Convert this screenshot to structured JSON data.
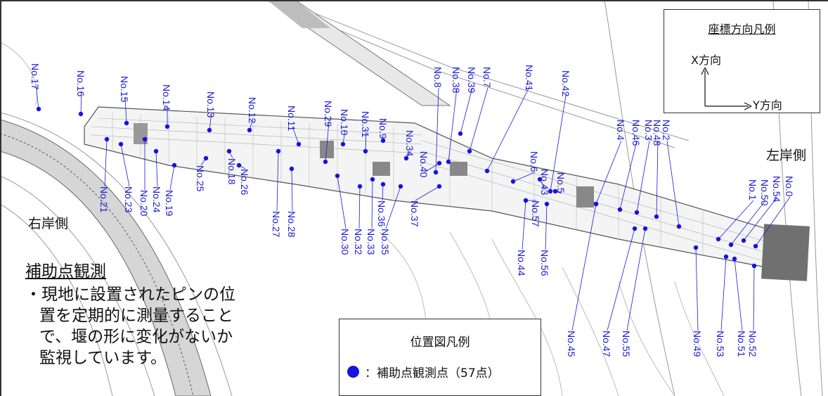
{
  "banks": {
    "left": "左岸側",
    "right": "右岸側"
  },
  "coordinate_legend": {
    "title": "座標方向凡例",
    "x_label": "X方向",
    "y_label": "Y方向"
  },
  "position_legend": {
    "title": "位置図凡例",
    "marker_text": "：補助点観測点（57点）",
    "marker_color": "#1414e0"
  },
  "notes": {
    "heading": "補助点観測",
    "line1": "・現地に設置されたピンの位",
    "line2": "置を定期的に測量すること",
    "line3": "で、堰の形に変化がないか",
    "line4": "監視しています。"
  },
  "colors": {
    "points": "#1414e0",
    "labels": "#1b1bd6",
    "structure": "#555555"
  },
  "points": [
    "No.0",
    "No.1",
    "No.2",
    "No.3",
    "No.4",
    "No.5",
    "No.6",
    "No.7",
    "No.8",
    "No.9",
    "No.10",
    "No.11",
    "No.12",
    "No.13",
    "No.14",
    "No.15",
    "No.16",
    "No.17",
    "No.18",
    "No.19",
    "No.20",
    "No.21",
    "No.23",
    "No.24",
    "No.25",
    "No.26",
    "No.27",
    "No.28",
    "No.29",
    "No.30",
    "No.31",
    "No.32",
    "No.33",
    "No.34",
    "No.35",
    "No.36",
    "No.37",
    "No.38",
    "No.39",
    "No.40",
    "No.41",
    "No.42",
    "No.43",
    "No.44",
    "No.45",
    "No.46",
    "No.47",
    "No.48",
    "No.49",
    "No.50",
    "No.51",
    "No.52",
    "No.53",
    "No.54",
    "No.55",
    "No.56",
    "No.57"
  ]
}
